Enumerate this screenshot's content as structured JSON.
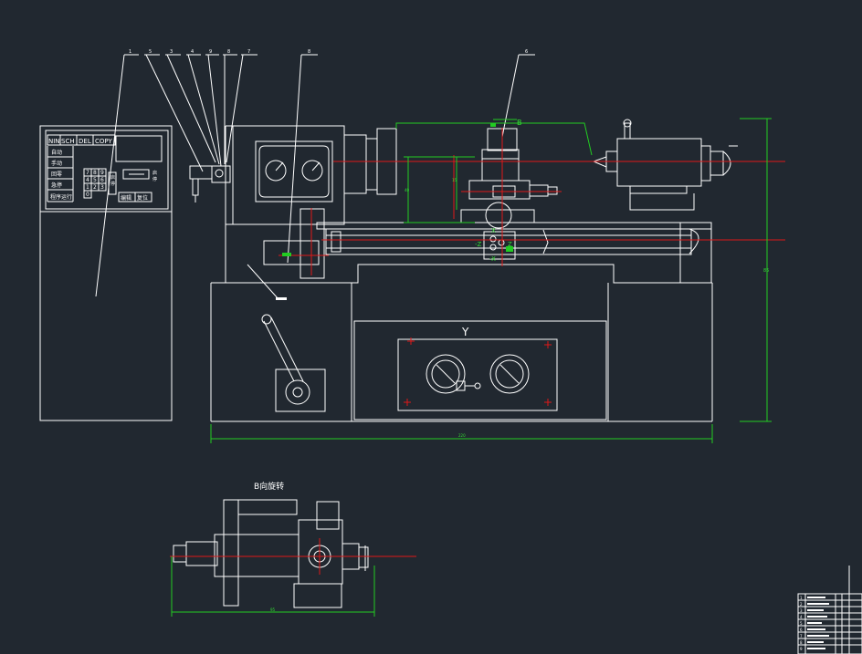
{
  "panel": {
    "header_buttons": [
      "NIN",
      "SCH",
      "DEL",
      "COPY"
    ],
    "row_labels": [
      "自动",
      "手动",
      "回零",
      "急停",
      "程序运行"
    ],
    "keypad": [
      "7",
      "8",
      "9",
      "4",
      "5",
      "6",
      "1",
      "2",
      "3",
      "0"
    ],
    "side_labels": [
      "启",
      "停",
      "启",
      "停"
    ],
    "bottom_buttons": [
      "编辑",
      "复位"
    ]
  },
  "balloons": [
    "1",
    "5",
    "3",
    "4",
    "9",
    "8",
    "7",
    "8",
    "6"
  ],
  "dimensions": {
    "overall_length": "220",
    "overall_height": "85",
    "tool_height": "40",
    "tool_offset": "15",
    "top_width": "B",
    "view_length": "95"
  },
  "labels": {
    "view_title": "B向旋转",
    "axis_x": "X",
    "axis_y": "Y",
    "axis_z": "-Z",
    "axis_z2": "Z",
    "axis_x2": "-X",
    "base_view_letter": "Y"
  },
  "title_block": {
    "rows": [
      "1",
      "2",
      "3",
      "4",
      "5",
      "6",
      "7",
      "8",
      "9"
    ]
  },
  "colors": {
    "background": "#212830",
    "lines": "#ffffff",
    "center_lines": "#e01818",
    "dimensions": "#22cc22"
  }
}
